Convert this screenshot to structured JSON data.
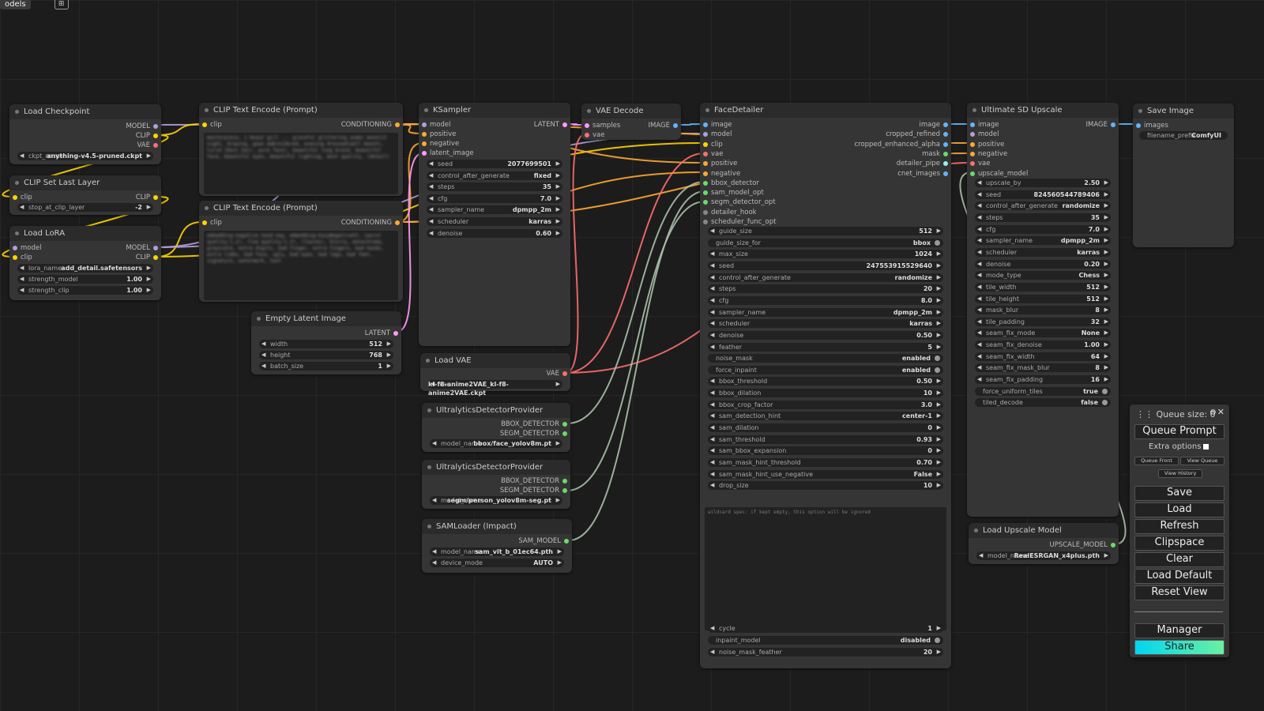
{
  "topbar": {
    "tab": "odels",
    "add_icon": "⊞"
  },
  "colors": {
    "model": "#b39ddb",
    "clip": "#ffd500",
    "vae": "#ff6e6e",
    "conditioning": "#ffa931",
    "latent": "#ff9cf9",
    "image": "#64b5f6",
    "detector": "#6bdb6b",
    "sam": "#6bdb6b",
    "upscale": "#6bdb6b"
  },
  "load_checkpoint": {
    "title": "Load Checkpoint",
    "outputs": [
      "MODEL",
      "CLIP",
      "VAE"
    ],
    "ckpt_name_label": "ckpt_name",
    "ckpt_name": "anything-v4.5-pruned.ckpt"
  },
  "clip_set_last_layer": {
    "title": "CLIP Set Last Layer",
    "in_clip": "clip",
    "out_clip": "CLIP",
    "label": "stop_at_clip_layer",
    "value": "-2"
  },
  "load_lora": {
    "title": "Load LoRA",
    "in_model": "model",
    "in_clip": "clip",
    "out_model": "MODEL",
    "out_clip": "CLIP",
    "widgets": [
      {
        "label": "lora_name",
        "value": "add_detail.safetensors"
      },
      {
        "label": "strength_model",
        "value": "1.00"
      },
      {
        "label": "strength_clip",
        "value": "1.00"
      }
    ]
  },
  "clip_text_pos": {
    "title": "CLIP Text Encode (Prompt)",
    "in_clip": "clip",
    "out": "CONDITIONING",
    "text": "masterpiece, 1 beaut girl ... graceful glittering under moonlit night, drawing, gown embroidered, evening dressed(well beach), lurid (best hair, pure face), beautiful long braid, beautiful face, beautiful eyes, beautiful lighting, best quality, (detail)"
  },
  "clip_text_neg": {
    "title": "CLIP Text Encode (Prompt)",
    "in_clip": "clip",
    "out": "CONDITIONING",
    "text": "embedding:negative_hand-neg, embedding:EasyNegativeV2, (worst quality:1.2), (low quality:1.2), (lowres), blurry, monochrome, grayscale, extra digits, bad finger, extra fingers, bad hands, extra limbs, bad face, ugly, bad eyes, bad legs, bad feet, signature, watermark, text"
  },
  "empty_latent": {
    "title": "Empty Latent Image",
    "out": "LATENT",
    "widgets": [
      {
        "label": "width",
        "value": "512"
      },
      {
        "label": "height",
        "value": "768"
      },
      {
        "label": "batch_size",
        "value": "1"
      }
    ]
  },
  "ksampler": {
    "title": "KSampler",
    "inputs": [
      "model",
      "positive",
      "negative",
      "latent_image"
    ],
    "out": "LATENT",
    "widgets": [
      {
        "label": "seed",
        "value": "2077699501"
      },
      {
        "label": "control_after_generate",
        "value": "fixed"
      },
      {
        "label": "steps",
        "value": "35"
      },
      {
        "label": "cfg",
        "value": "7.0"
      },
      {
        "label": "sampler_name",
        "value": "dpmpp_2m"
      },
      {
        "label": "scheduler",
        "value": "karras"
      },
      {
        "label": "denoise",
        "value": "0.60"
      }
    ]
  },
  "load_vae": {
    "title": "Load VAE",
    "out": "VAE",
    "label": "vae",
    "value": "kl-f8-anime2VAE_kl-f8-anime2VAE.ckpt"
  },
  "ultra1": {
    "title": "UltralyticsDetectorProvider",
    "out1": "BBOX_DETECTOR",
    "out2": "SEGM_DETECTOR",
    "label": "model_name",
    "value": "bbox/face_yolov8m.pt"
  },
  "ultra2": {
    "title": "UltralyticsDetectorProvider",
    "out1": "BBOX_DETECTOR",
    "out2": "SEGM_DETECTOR",
    "label": "model_name",
    "value": "segm/person_yolov8m-seg.pt"
  },
  "samloader": {
    "title": "SAMLoader (Impact)",
    "out": "SAM_MODEL",
    "widgets": [
      {
        "label": "model_name",
        "value": "sam_vit_b_01ec64.pth"
      },
      {
        "label": "device_mode",
        "value": "AUTO"
      }
    ]
  },
  "vae_decode": {
    "title": "VAE Decode",
    "in1": "samples",
    "in2": "vae",
    "out": "IMAGE"
  },
  "face_detailer": {
    "title": "FaceDetailer",
    "inputs": [
      "image",
      "model",
      "clip",
      "vae",
      "positive",
      "negative",
      "bbox_detector",
      "sam_model_opt",
      "segm_detector_opt",
      "detailer_hook",
      "scheduler_func_opt"
    ],
    "outputs": [
      "image",
      "cropped_refined",
      "cropped_enhanced_alpha",
      "mask",
      "detailer_pipe",
      "cnet_images"
    ],
    "widgets": [
      {
        "label": "guide_size",
        "value": "512"
      },
      {
        "label": "guide_size_for",
        "value": "bbox",
        "toggle": true
      },
      {
        "label": "max_size",
        "value": "1024"
      },
      {
        "label": "seed",
        "value": "247553915529640"
      },
      {
        "label": "control_after_generate",
        "value": "randomize"
      },
      {
        "label": "steps",
        "value": "20"
      },
      {
        "label": "cfg",
        "value": "8.0"
      },
      {
        "label": "sampler_name",
        "value": "dpmpp_2m"
      },
      {
        "label": "scheduler",
        "value": "karras"
      },
      {
        "label": "denoise",
        "value": "0.50"
      },
      {
        "label": "feather",
        "value": "5"
      },
      {
        "label": "noise_mask",
        "value": "enabled",
        "toggle": true
      },
      {
        "label": "force_inpaint",
        "value": "enabled",
        "toggle": true
      },
      {
        "label": "bbox_threshold",
        "value": "0.50"
      },
      {
        "label": "bbox_dilation",
        "value": "10"
      },
      {
        "label": "bbox_crop_factor",
        "value": "3.0"
      },
      {
        "label": "sam_detection_hint",
        "value": "center-1"
      },
      {
        "label": "sam_dilation",
        "value": "0"
      },
      {
        "label": "sam_threshold",
        "value": "0.93"
      },
      {
        "label": "sam_bbox_expansion",
        "value": "0"
      },
      {
        "label": "sam_mask_hint_threshold",
        "value": "0.70"
      },
      {
        "label": "sam_mask_hint_use_negative",
        "value": "False"
      },
      {
        "label": "drop_size",
        "value": "10"
      }
    ],
    "wildcard": "wildcard spec: if kept empty, this option will be ignored",
    "bottom": [
      {
        "label": "cycle",
        "value": "1"
      },
      {
        "label": "inpaint_model",
        "value": "disabled",
        "toggle": true
      },
      {
        "label": "noise_mask_feather",
        "value": "20"
      }
    ]
  },
  "ultimate_sd": {
    "title": "Ultimate SD Upscale",
    "inputs": [
      "image",
      "model",
      "positive",
      "negative",
      "vae",
      "upscale_model"
    ],
    "out": "IMAGE",
    "widgets": [
      {
        "label": "upscale_by",
        "value": "2.50"
      },
      {
        "label": "seed",
        "value": "824560544789406"
      },
      {
        "label": "control_after_generate",
        "value": "randomize"
      },
      {
        "label": "steps",
        "value": "35"
      },
      {
        "label": "cfg",
        "value": "7.0"
      },
      {
        "label": "sampler_name",
        "value": "dpmpp_2m"
      },
      {
        "label": "scheduler",
        "value": "karras"
      },
      {
        "label": "denoise",
        "value": "0.20"
      },
      {
        "label": "mode_type",
        "value": "Chess"
      },
      {
        "label": "tile_width",
        "value": "512"
      },
      {
        "label": "tile_height",
        "value": "512"
      },
      {
        "label": "mask_blur",
        "value": "8"
      },
      {
        "label": "tile_padding",
        "value": "32"
      },
      {
        "label": "seam_fix_mode",
        "value": "None"
      },
      {
        "label": "seam_fix_denoise",
        "value": "1.00"
      },
      {
        "label": "seam_fix_width",
        "value": "64"
      },
      {
        "label": "seam_fix_mask_blur",
        "value": "8"
      },
      {
        "label": "seam_fix_padding",
        "value": "16"
      },
      {
        "label": "force_uniform_tiles",
        "value": "true",
        "toggle": true
      },
      {
        "label": "tiled_decode",
        "value": "false",
        "toggle": true
      }
    ]
  },
  "load_upscale": {
    "title": "Load Upscale Model",
    "out": "UPSCALE_MODEL",
    "label": "model_name",
    "value": "RealESRGAN_x4plus.pth"
  },
  "save_image": {
    "title": "Save Image",
    "in": "images",
    "label": "filename_prefix",
    "value": "ComfyUI"
  },
  "panel": {
    "queue_size": "Queue size: 0",
    "gear_icon": "⚙",
    "close_icon": "✕",
    "queue_prompt": "Queue Prompt",
    "extra_options": "Extra options",
    "queue_front": "Queue Front",
    "view_queue": "View Queue",
    "view_history": "View History",
    "buttons": [
      "Save",
      "Load",
      "Refresh",
      "Clipspace",
      "Clear",
      "Load Default",
      "Reset View"
    ],
    "manager": "Manager",
    "share": "Share"
  }
}
